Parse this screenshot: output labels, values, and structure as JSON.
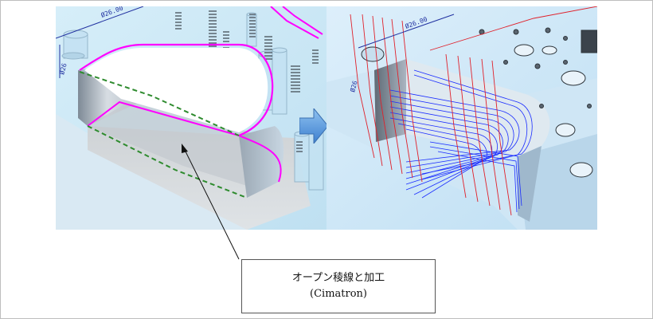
{
  "left_view": {
    "dimension_label": "Ø26.00",
    "side_label": "Ø26"
  },
  "right_view": {
    "dimension_label": "Ø26.00",
    "side_label": "Ø26"
  },
  "callout": {
    "line1": "オープン稜線と加工",
    "line2": "(Cimatron)"
  },
  "colors": {
    "boundary": "#ff00ff",
    "open_edge": "#2e8b2e",
    "toolpath_blue": "#1a2cff",
    "toolpath_red": "#e0202a",
    "arrow": "#4a8fd8",
    "part_face": "#c9e6f6"
  }
}
